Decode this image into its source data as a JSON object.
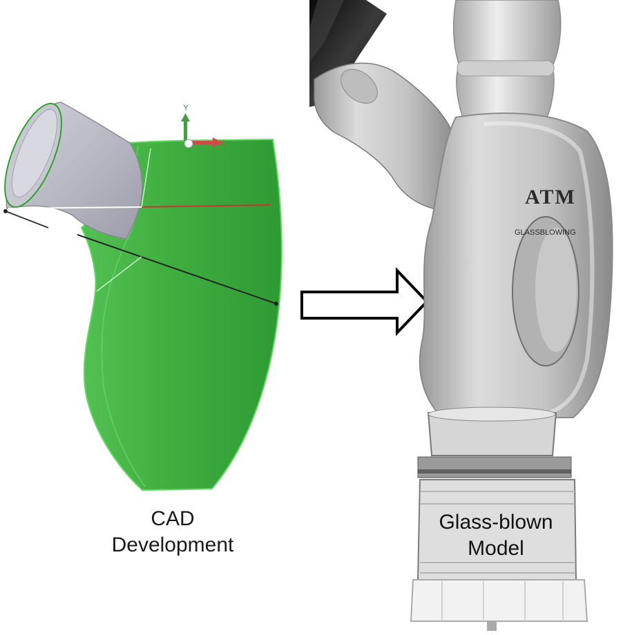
{
  "captions": {
    "cad": [
      "CAD",
      "Development"
    ],
    "glass": [
      "Glass-blown",
      "Model"
    ]
  },
  "cad_axes": {
    "y_label": "Y",
    "x_label": "X"
  },
  "logo": {
    "text": "ATM",
    "subtext": "GLASSBLOWING"
  },
  "colors": {
    "cad_body": "#3dae3d",
    "cad_mouthpiece": "#b8b8c4",
    "axis_y": "#4a9a4a",
    "axis_x": "#d04848",
    "arrow_stroke": "#000000",
    "background": "#ffffff"
  }
}
